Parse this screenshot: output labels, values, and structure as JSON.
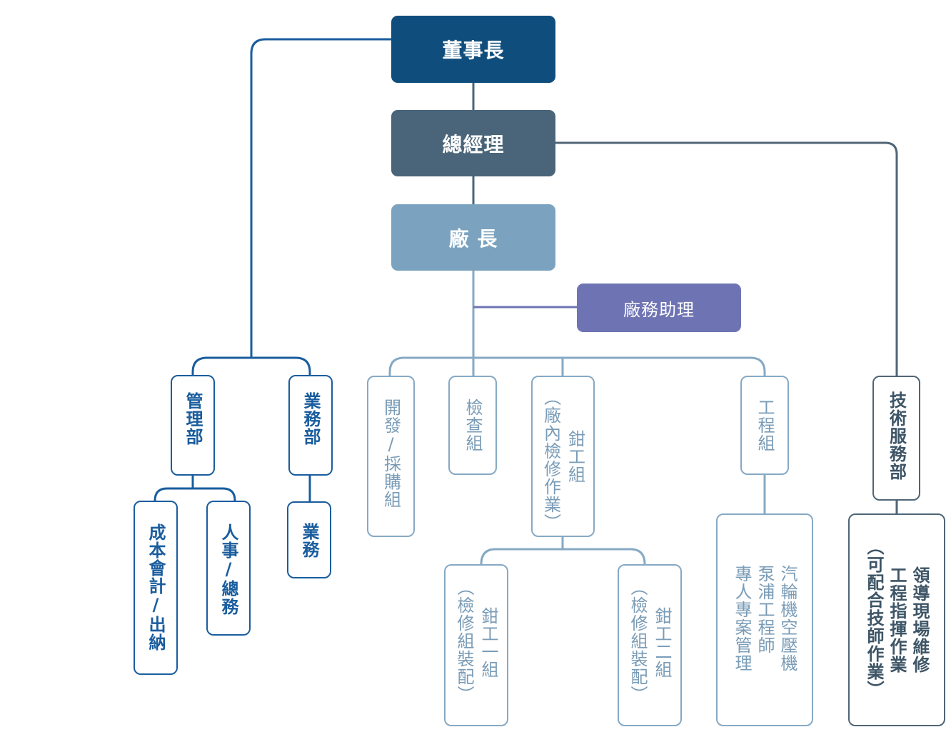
{
  "colors": {
    "chairman_fill": "#0f4e7c",
    "gm_fill": "#4a6579",
    "factory_fill": "#7ba3bf",
    "assistant_fill": "#6e74b3",
    "admin_line": "#1a5d9e",
    "factory_line": "#86a9c4",
    "tech_line": "#4f6677"
  },
  "nodes": {
    "chairman": "董事長",
    "general_manager": "總經理",
    "factory_director": "廠 長",
    "factory_assistant": "廠務助理",
    "management_dept": "管理部",
    "business_dept": "業務部",
    "accounting": "成本會計/出納",
    "hr": "人事/總務",
    "business": "業務",
    "rd_purchasing": "開發/採購組",
    "inspection": "檢查組",
    "fitter_group": {
      "title": "鉗工組",
      "note": "（廠內檢修作業）"
    },
    "engineering": "工程組",
    "tech_service": "技術服務部",
    "fitter_1": {
      "title": "鉗工一組",
      "note": "（檢修組裝配）"
    },
    "fitter_2": {
      "title": "鉗工二組",
      "note": "（檢修組裝配）"
    },
    "engineering_detail": [
      "汽輪機空壓機",
      "泵浦工程師",
      "專人專案管理"
    ],
    "tech_detail": [
      "領導現場維修",
      "工程指揮作業",
      "（可配合技師作業）"
    ]
  }
}
